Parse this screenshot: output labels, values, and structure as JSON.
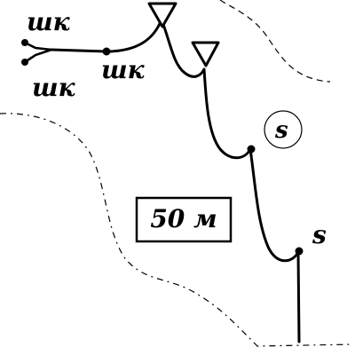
{
  "map": {
    "labels": {
      "top_left_1": "шк",
      "top_left_2": "шк",
      "center_top": "шк",
      "circled_s": "s",
      "right_s": "s",
      "distance": "50 м"
    }
  },
  "colors": {
    "ink": "#000000",
    "paper": "#ffffff"
  },
  "icons": {
    "hut_icon": "triangle-hut-icon",
    "second_hut_icon": "triangle-hut-icon",
    "fork_icon": "fork-trail-icon"
  }
}
